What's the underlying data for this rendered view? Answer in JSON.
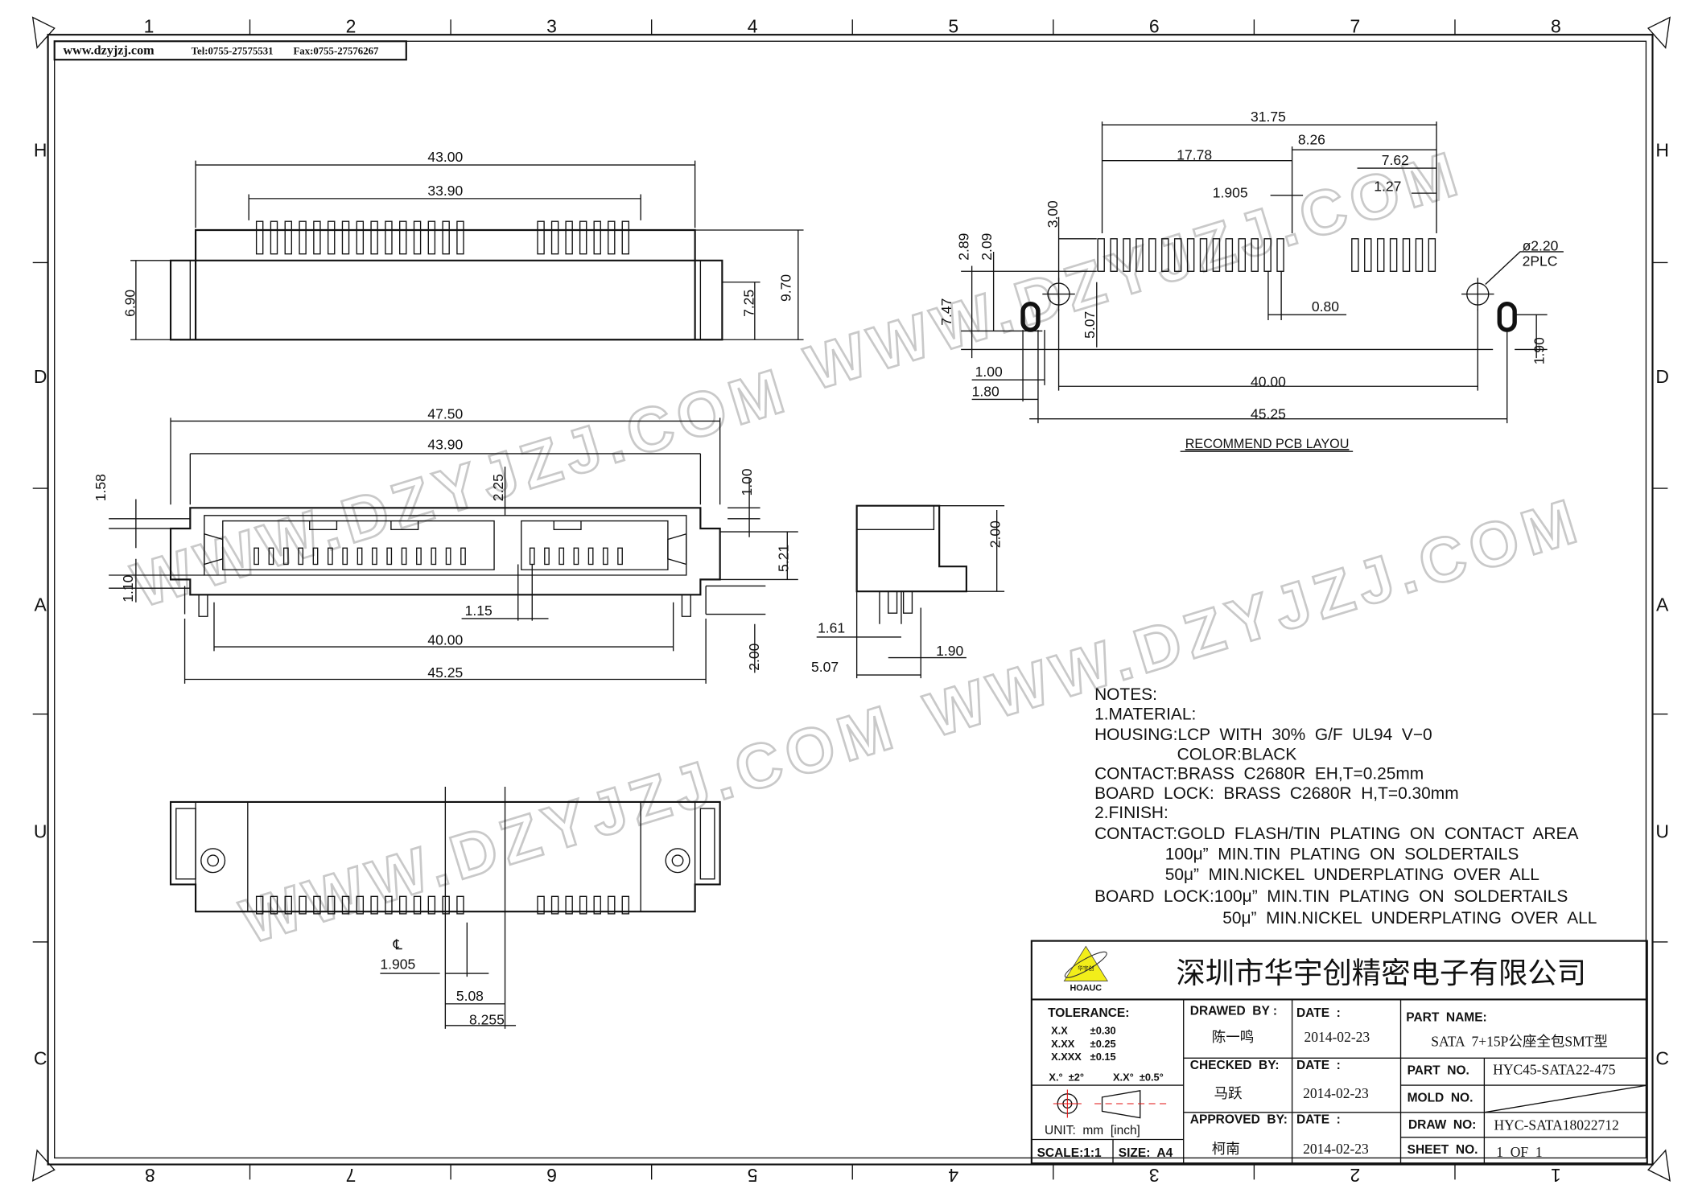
{
  "header": {
    "website": "www.dzyjzj.com",
    "tel": "Tel:0755-27575531",
    "fax": "Fax:0755-27576267"
  },
  "border": {
    "top_zones": [
      "1",
      "2",
      "3",
      "4",
      "5",
      "6",
      "7",
      "8"
    ],
    "bottom_zones": [
      "8",
      "7",
      "6",
      "5",
      "4",
      "3",
      "2",
      "1"
    ],
    "side_zones": [
      "H",
      "D",
      "A",
      "U",
      "C"
    ]
  },
  "watermark": "WWW.DZYJZJ.COM",
  "top_view": {
    "d_overall": "43.00",
    "d_pins": "33.90",
    "d_h1": "6.90",
    "d_h2": "7.25",
    "d_h3": "9.70"
  },
  "front_view": {
    "d_width": "47.50",
    "d_inner": "43.90",
    "d_2_25": "2.25",
    "d_1_58": "1.58",
    "d_1_00": "1.00",
    "d_5_21": "5.21",
    "d_1_10": "1.10",
    "d_1_15": "1.15",
    "d_40": "40.00",
    "d_45_25": "45.25",
    "d_2_00": "2.00"
  },
  "side_view": {
    "d_2_00": "2.00",
    "d_1_61": "1.61",
    "d_1_90": "1.90",
    "d_5_07": "5.07"
  },
  "bottom_view": {
    "centerline": "℄",
    "d_1_905": "1.905",
    "d_5_08": "5.08",
    "d_8_255": "8.255"
  },
  "pcb_layout": {
    "title": "RECOMMEND PCB LAYOU",
    "d_31_75": "31.75",
    "d_8_26": "8.26",
    "d_17_78": "17.78",
    "d_7_62": "7.62",
    "d_1_905": "1.905",
    "d_1_27": "1.27",
    "d_3_00": "3.00",
    "d_2_89": "2.89",
    "d_2_09": "2.09",
    "d_7_47": "7.47",
    "d_5_07": "5.07",
    "d_0_80": "0.80",
    "d_hole": "ø2.20",
    "d_2plc": "2PLC",
    "d_1_90": "1.90",
    "d_1_00": "1.00",
    "d_1_80": "1.80",
    "d_40": "40.00",
    "d_45_25": "45.25"
  },
  "notes": [
    "NOTES:",
    "1.MATERIAL:",
    "HOUSING:LCP  WITH  30%  G/F  UL94  V−0",
    "COLOR:BLACK",
    "CONTACT:BRASS  C2680R  EH,T=0.25mm",
    "BOARD  LOCK:  BRASS  C2680R  H,T=0.30mm",
    "2.FINISH:",
    "CONTACT:GOLD  FLASH/TIN  PLATING  ON  CONTACT  AREA",
    "100μ”  MIN.TIN  PLATING  ON  SOLDERTAILS",
    "50μ”  MIN.NICKEL  UNDERPLATING  OVER  ALL",
    "BOARD  LOCK:100μ”  MIN.TIN  PLATING  ON  SOLDERTAILS",
    "50μ”  MIN.NICKEL  UNDERPLATING  OVER  ALL"
  ],
  "title_block": {
    "logo_text": "HOAUC",
    "logo_cn": "华宇创",
    "company": "深圳市华宇创精密电子有限公司",
    "tolerance_label": "TOLERANCE:",
    "tolerances": [
      [
        "X.X",
        "±0.30"
      ],
      [
        "X.XX",
        "±0.25"
      ],
      [
        "X.XXX",
        "±0.15"
      ]
    ],
    "angle_tol": [
      "X.°  ±2°",
      "X.X°  ±0.5°"
    ],
    "unit": "UNIT:  mm  [inch]",
    "scale": "SCALE:1:1",
    "size": "SIZE:  A4",
    "drawed_by_label": "DRAWED  BY :",
    "drawed_by": "陈一鸣",
    "checked_by_label": "CHECKED  BY:",
    "checked_by": "马跃",
    "approved_by_label": "APPROVED  BY:",
    "approved_by": "柯南",
    "date_label": "DATE  :",
    "dates": [
      "2014-02-23",
      "2014-02-23",
      "2014-02-23"
    ],
    "part_name_label": "PART  NAME:",
    "part_name": "SATA  7+15P公座全包SMT型",
    "part_no_label": "PART  NO.",
    "part_no": "HYC45-SATA22-475",
    "mold_no_label": "MOLD  NO.",
    "draw_no_label": "DRAW  NO:",
    "draw_no": "HYC-SATA18022712",
    "sheet_no_label": "SHEET  NO.",
    "sheet_no": "1  OF  1"
  },
  "colors": {
    "line": "#111111",
    "watermark": "#c9c9c9",
    "logo_yellow": "#f2ee1a",
    "center_mark": "#e01010"
  }
}
